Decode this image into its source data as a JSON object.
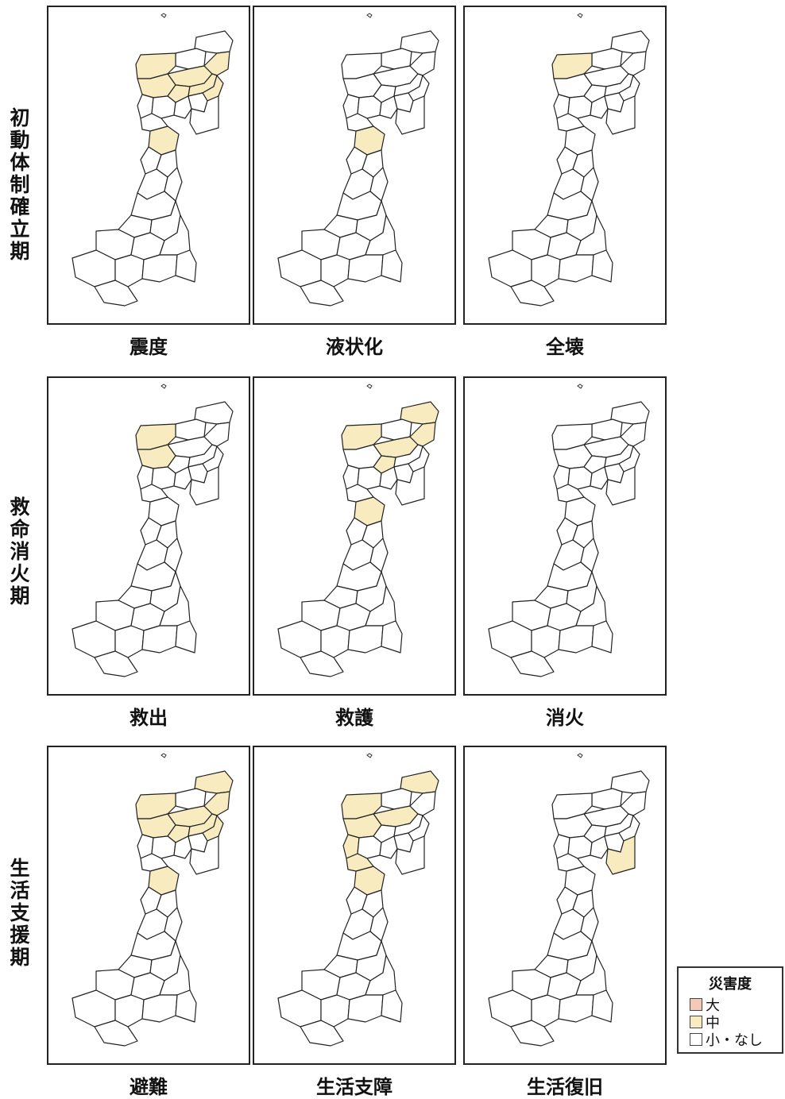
{
  "row_labels": [
    "初動体制確立期",
    "救命消火期",
    "生活支援期"
  ],
  "legend": {
    "title": "災害度",
    "items": [
      {
        "label": "大",
        "color": "#f4c9b8"
      },
      {
        "label": "中",
        "color": "#f7ebbf"
      },
      {
        "label": "小・なし",
        "color": "#ffffff"
      }
    ]
  },
  "panels": [
    {
      "caption": "震度",
      "regions": [
        0,
        0,
        1,
        1,
        1,
        1,
        1,
        1,
        1,
        0,
        0,
        0,
        0,
        0,
        1,
        0,
        0,
        0,
        0,
        0,
        0,
        0,
        0,
        0,
        0,
        0,
        0,
        0,
        0,
        0,
        0
      ]
    },
    {
      "caption": "液状化",
      "regions": [
        0,
        0,
        0,
        0,
        0,
        0,
        0,
        0,
        0,
        0,
        0,
        0,
        0,
        0,
        1,
        0,
        0,
        0,
        0,
        0,
        0,
        0,
        0,
        0,
        0,
        0,
        0,
        0,
        0,
        0,
        0
      ]
    },
    {
      "caption": "全壊",
      "regions": [
        0,
        0,
        1,
        0,
        0,
        0,
        0,
        0,
        0,
        0,
        0,
        0,
        0,
        0,
        0,
        0,
        0,
        0,
        0,
        0,
        0,
        0,
        0,
        0,
        0,
        0,
        0,
        0,
        0,
        0,
        0
      ]
    },
    {
      "caption": "救出",
      "regions": [
        0,
        0,
        1,
        0,
        0,
        1,
        0,
        0,
        0,
        0,
        0,
        0,
        0,
        0,
        0,
        0,
        0,
        0,
        0,
        0,
        0,
        0,
        0,
        0,
        0,
        0,
        0,
        0,
        0,
        0,
        0
      ]
    },
    {
      "caption": "救護",
      "regions": [
        1,
        0,
        1,
        1,
        1,
        0,
        1,
        0,
        0,
        0,
        0,
        0,
        0,
        0,
        1,
        0,
        0,
        0,
        0,
        0,
        0,
        0,
        0,
        0,
        0,
        0,
        0,
        0,
        0,
        0,
        0
      ]
    },
    {
      "caption": "消火",
      "regions": [
        0,
        0,
        0,
        0,
        0,
        0,
        0,
        0,
        0,
        0,
        0,
        0,
        0,
        0,
        0,
        0,
        0,
        0,
        0,
        0,
        0,
        0,
        0,
        0,
        0,
        0,
        0,
        0,
        0,
        0,
        0
      ]
    },
    {
      "caption": "避難",
      "regions": [
        1,
        0,
        1,
        1,
        1,
        1,
        1,
        1,
        1,
        0,
        0,
        0,
        0,
        0,
        1,
        0,
        0,
        0,
        0,
        0,
        0,
        0,
        0,
        0,
        0,
        0,
        0,
        0,
        0,
        0,
        0
      ]
    },
    {
      "caption": "生活支障",
      "regions": [
        1,
        0,
        1,
        1,
        0,
        1,
        0,
        0,
        0,
        1,
        0,
        0,
        0,
        0,
        1,
        1,
        0,
        0,
        0,
        0,
        0,
        0,
        0,
        0,
        0,
        0,
        0,
        0,
        0,
        0,
        0
      ]
    },
    {
      "caption": "生活復旧",
      "regions": [
        0,
        0,
        0,
        0,
        0,
        0,
        0,
        0,
        0,
        0,
        0,
        0,
        0,
        1,
        0,
        0,
        0,
        0,
        0,
        0,
        0,
        0,
        0,
        0,
        0,
        0,
        0,
        0,
        0,
        0,
        0
      ]
    }
  ]
}
